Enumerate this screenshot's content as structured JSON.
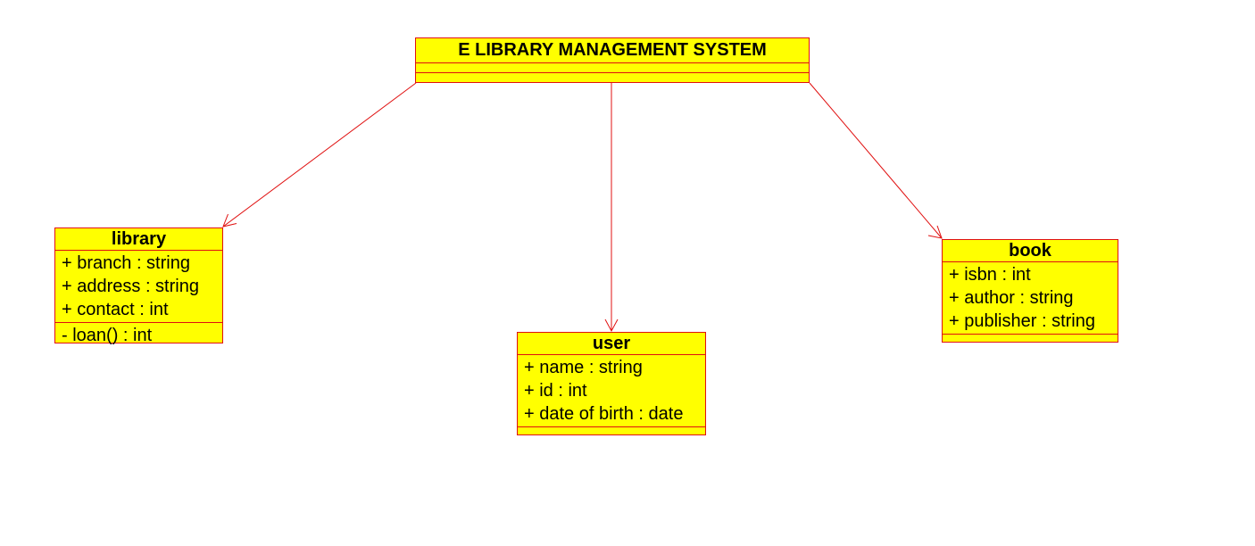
{
  "diagram": {
    "type": "UML class diagram",
    "colors": {
      "fill": "#ffff00",
      "stroke": "#e01010",
      "text": "#000000"
    },
    "classes": {
      "system": {
        "name": "E LIBRARY MANAGEMENT SYSTEM",
        "attributes": [],
        "operations": []
      },
      "library": {
        "name": "library",
        "attributes": [
          "+ branch : string",
          "+ address : string",
          "+ contact : int"
        ],
        "operations": [
          "- loan() : int"
        ]
      },
      "user": {
        "name": "user",
        "attributes": [
          "+ name : string",
          "+ id : int",
          "+ date of birth : date"
        ],
        "operations": []
      },
      "book": {
        "name": "book",
        "attributes": [
          "+ isbn : int",
          "+ author : string",
          "+ publisher : string"
        ],
        "operations": []
      }
    },
    "associations": [
      {
        "from": "E LIBRARY MANAGEMENT SYSTEM",
        "to": "library",
        "arrow": "open-arrow"
      },
      {
        "from": "E LIBRARY MANAGEMENT SYSTEM",
        "to": "user",
        "arrow": "open-arrow"
      },
      {
        "from": "E LIBRARY MANAGEMENT SYSTEM",
        "to": "book",
        "arrow": "open-arrow"
      }
    ]
  }
}
